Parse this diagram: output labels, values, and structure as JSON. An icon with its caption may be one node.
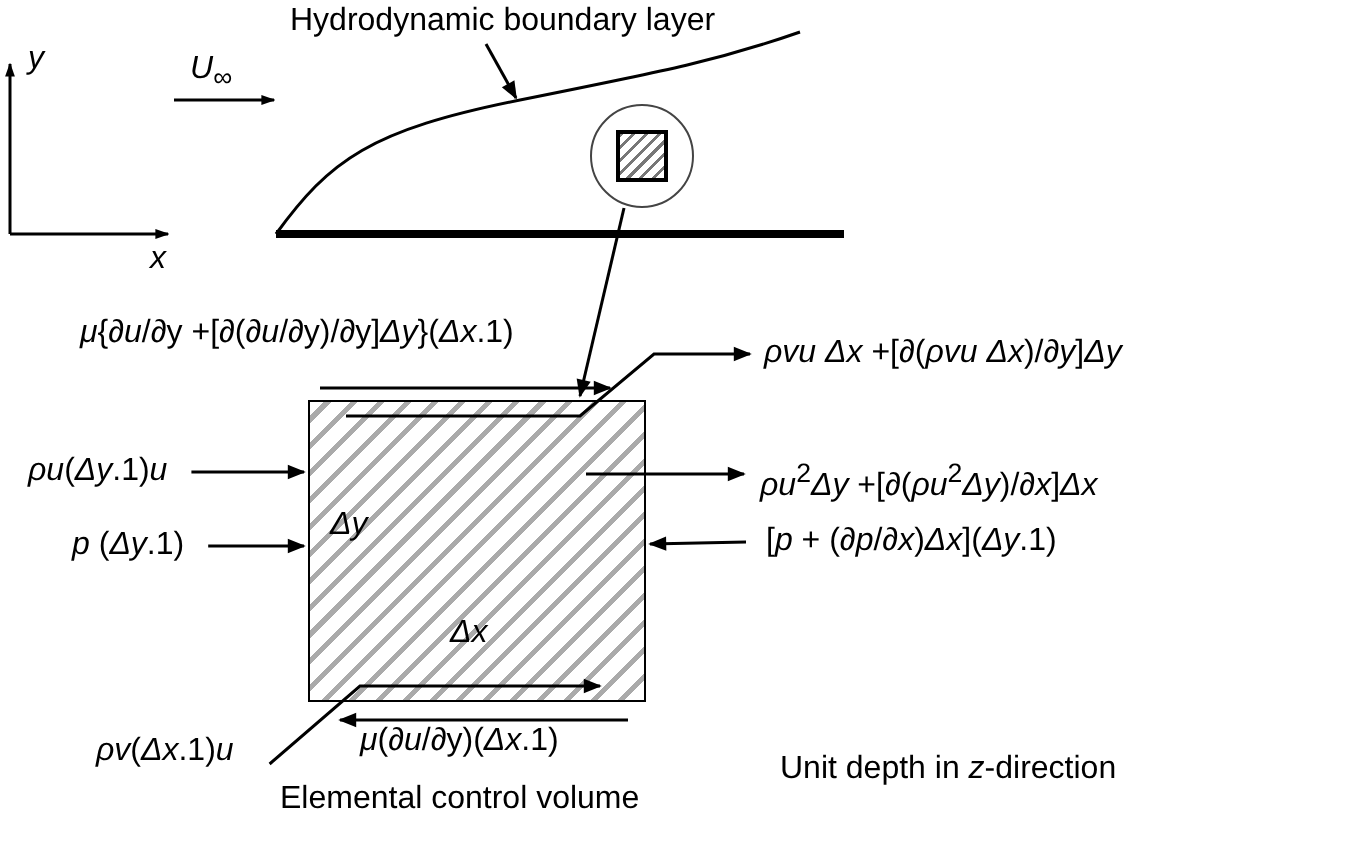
{
  "diagram": {
    "nodes": [
      {
        "text": [
          "Hydrodynamic boundary layer"
        ]
      },
      {
        "text": [],
        "shape": "circle"
      },
      {
        "text": [],
        "shape": "box",
        "beside": [
          "Elemental control volume"
        ]
      },
      {
        "text": [
          "*ρu*(*Δy*.1)*u*"
        ]
      },
      {
        "text": [
          "*p* (*Δy*.1)"
        ]
      },
      {
        "text": [
          "*ρvu Δx* +[∂(*ρvu Δx*)/∂*y*]*Δy*"
        ]
      },
      {
        "text": [
          "*ρu*$^{2}$*Δy* +[∂(*ρu*$^{2}$*Δy*)/∂*x*]*Δx*"
        ]
      },
      {
        "text": [
          "[*p* + (∂*p*/∂*x*)*Δx*](*Δy*.1)"
        ]
      },
      {
        "text": [
          "*ρv*(*Δx*.1)*u*"
        ]
      }
    ],
    "edges": [
      {
        "from": 0,
        "to": null,
        "arrow": "to"
      },
      {
        "from": 1,
        "to": 2,
        "arrow": "to"
      },
      {
        "from": 3,
        "to": 2,
        "arrow": "to"
      },
      {
        "from": 4,
        "to": 2,
        "arrow": "to"
      },
      {
        "from": 2,
        "to": 5,
        "arrow": "to"
      },
      {
        "from": 2,
        "to": 6,
        "arrow": "to"
      },
      {
        "from": 7,
        "to": 2,
        "arrow": "to"
      },
      {
        "from": 8,
        "to": 2,
        "arrow": "to"
      },
      {
        "from": null,
        "to": 2,
        "arrow": "to",
        "label": "*μ*{∂*u*/∂y +[∂(∂*u*/∂y)/∂y]*Δy*}(*Δx*.1)"
      },
      {
        "from": null,
        "to": 2,
        "arrow": "to",
        "label": "*μ*(∂*u*/∂y)(*Δx*.1)"
      }
    ],
    "labels": [
      "*y*",
      "*U*$_{∞}$",
      "*x*",
      "*Δy*",
      "*Δx*",
      "Unit depth in *z*-direction"
    ]
  }
}
